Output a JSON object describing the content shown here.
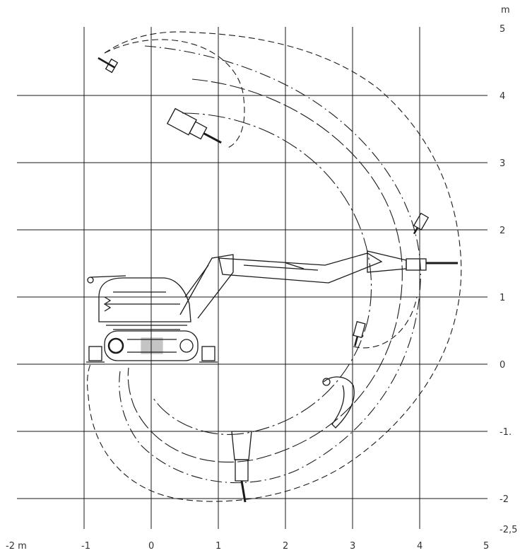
{
  "x_axis": {
    "unit": "m",
    "ticks": [
      {
        "value": -2,
        "label": "-2 m"
      },
      {
        "value": -1,
        "label": "-1"
      },
      {
        "value": 0,
        "label": "0"
      },
      {
        "value": 1,
        "label": "1"
      },
      {
        "value": 2,
        "label": "2"
      },
      {
        "value": 3,
        "label": "3"
      },
      {
        "value": 4,
        "label": "4"
      },
      {
        "value": 5,
        "label": "5"
      }
    ]
  },
  "y_axis": {
    "unit_label": "m",
    "ticks": [
      {
        "value": 5,
        "label": "5"
      },
      {
        "value": 4,
        "label": "4"
      },
      {
        "value": 3,
        "label": "3"
      },
      {
        "value": 2,
        "label": "2"
      },
      {
        "value": 1,
        "label": "1"
      },
      {
        "value": 0,
        "label": "0"
      },
      {
        "value": -1,
        "label": "-1."
      },
      {
        "value": -2,
        "label": "-2"
      },
      {
        "value": -2.5,
        "label": "-2,5"
      }
    ]
  },
  "colors": {
    "line": "#1a1a1a",
    "grid": "#1a1a1a",
    "background": "#ffffff"
  },
  "machine": "demolition-robot"
}
